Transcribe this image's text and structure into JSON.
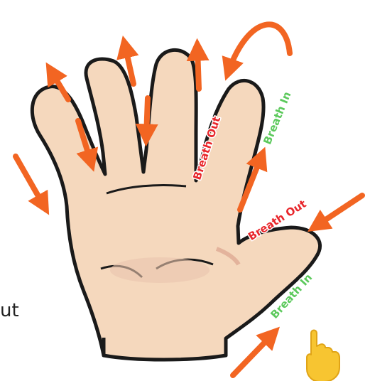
{
  "labels": {
    "breath_out_1": "Breath Out",
    "breath_in_1": "Breath In",
    "breath_out_2": "Breath Out",
    "breath_in_2": "Breath In"
  },
  "cropped_text": "ut",
  "colors": {
    "arrow": "#f26522",
    "breath_out": "#e8262b",
    "breath_in": "#5cc95c",
    "skin": "#f5d8bd",
    "skin_shadow": "#e3b39c",
    "outline": "#1a1a1a",
    "pointer_hand": "#f7c531"
  },
  "icons": {
    "pointer": "pointing-hand-icon"
  }
}
